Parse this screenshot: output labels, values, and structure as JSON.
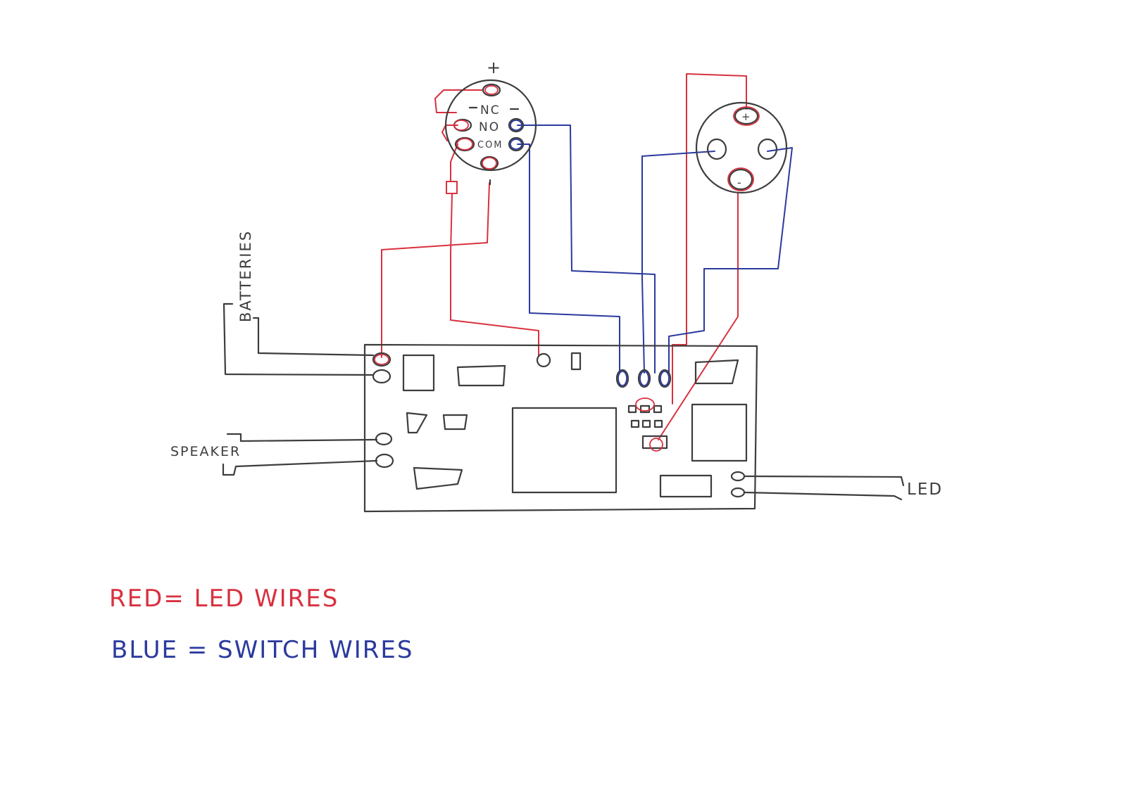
{
  "colors": {
    "pencil": "#3d3d3d",
    "red": "#d8313f",
    "blue": "#2b3a9e",
    "paper": "#ffffff"
  },
  "labels": {
    "batteries": "BATTERIES",
    "speaker": "SPEAKER",
    "led": "LED"
  },
  "switch_left": {
    "plus": "+",
    "nc": "NC",
    "no": "NO",
    "com": "COM"
  },
  "switch_right": {
    "plus": "+",
    "minus": "-"
  },
  "legend": {
    "red": "RED= LED WIRES",
    "blue": "BLUE = SWITCH WIRES"
  }
}
